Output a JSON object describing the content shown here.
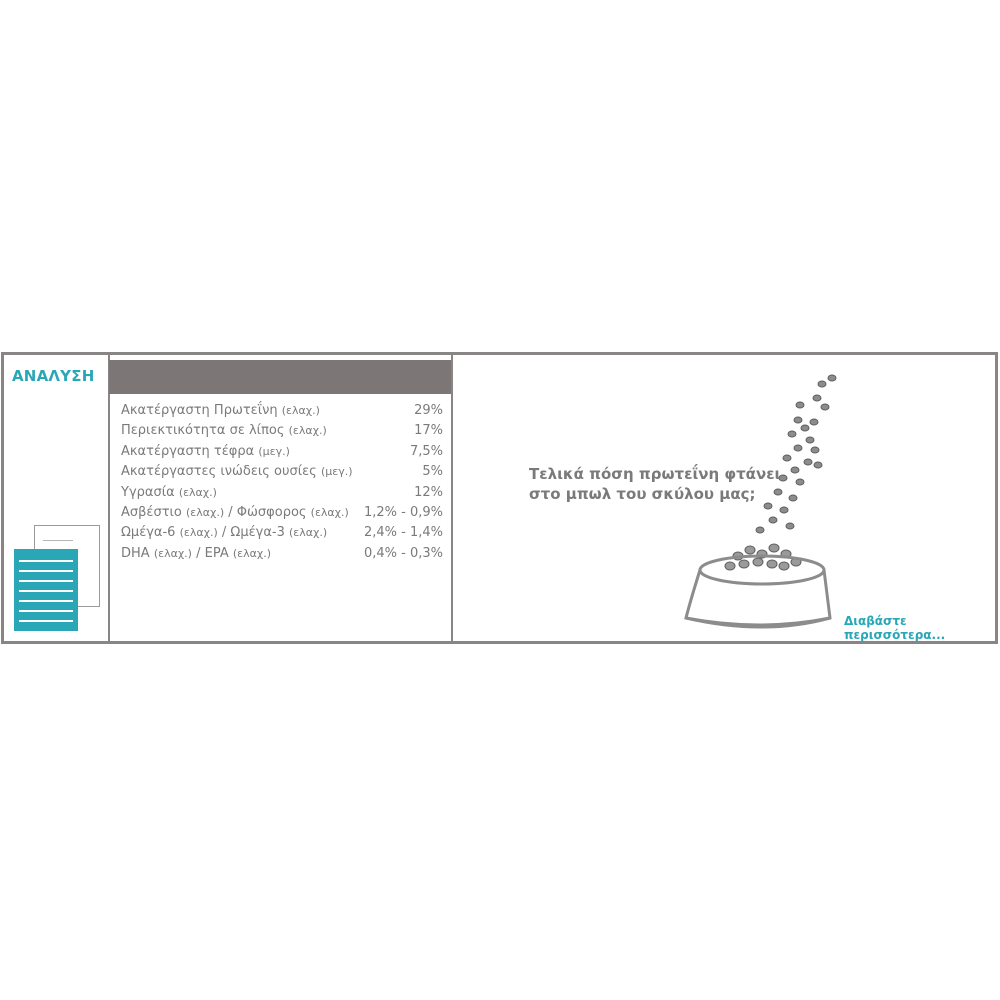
{
  "section": {
    "title": "ΑΝΑΛΥΣΗ"
  },
  "analysis": {
    "rows": [
      {
        "label": "Ακατέργαστη Πρωτεΐνη",
        "qualifier": "(ελαχ.)",
        "value": "29%"
      },
      {
        "label": "Περιεκτικότητα σε λίπος",
        "qualifier": "(ελαχ.)",
        "value": "17%"
      },
      {
        "label": "Ακατέργαστη τέφρα",
        "qualifier": "(μεγ.)",
        "value": "7,5%"
      },
      {
        "label": "Ακατέργαστες ινώδεις ουσίες",
        "qualifier": " (μεγ.)",
        "value": "5%"
      },
      {
        "label": "Υγρασία",
        "qualifier": "(ελαχ.)",
        "value": "12%"
      },
      {
        "label": "Ασβέστιο",
        "qualifier": "(ελαχ.)",
        "label2": " / Φώσφορος",
        "qualifier2": "(ελαχ.)",
        "value": "1,2% - 0,9%"
      },
      {
        "label": "Ωμέγα-6",
        "qualifier": "(ελαχ.)",
        "label2": " / Ωμέγα-3",
        "qualifier2": "(ελαχ.)",
        "value": "2,4% - 1,4%"
      },
      {
        "label": "DHA",
        "qualifier": "(ελαχ.)",
        "label2": " / EPA",
        "qualifier2": "(ελαχ.)",
        "value": "0,4% - 0,3%"
      }
    ]
  },
  "promo": {
    "line1": "Τελικά πόση πρωτεΐνη φτάνει",
    "line2": "στο μπωλ του σκύλου μας;",
    "link": "Διαβάστε περισσότερα..."
  },
  "colors": {
    "accent": "#2aa7b7",
    "border": "#8a8585",
    "text": "#7a7a7a",
    "header": "#7d7676"
  },
  "icons": {
    "document": "document-stack-icon",
    "bowl": "dog-food-bowl-icon"
  }
}
